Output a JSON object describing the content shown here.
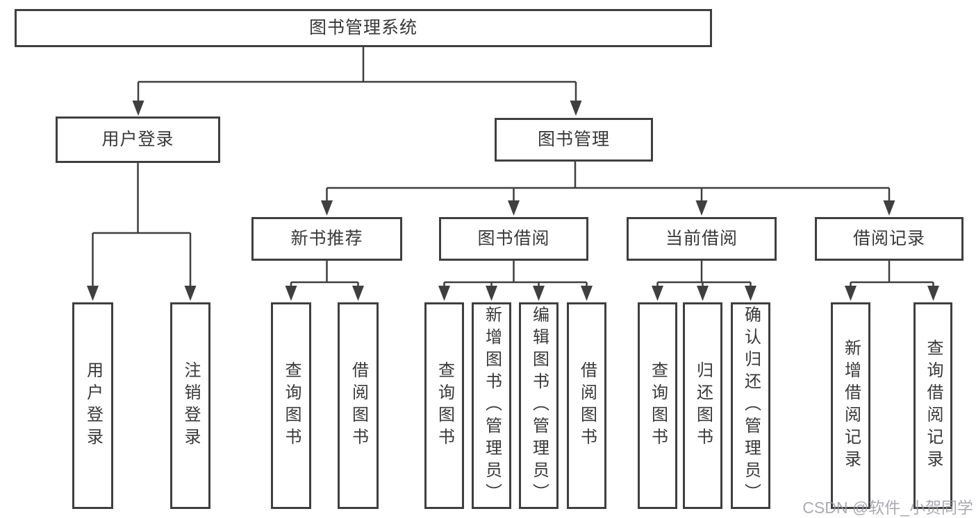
{
  "diagram": {
    "root": {
      "label": "图书管理系统"
    },
    "level2": [
      {
        "id": "user-login",
        "label": "用户登录"
      },
      {
        "id": "book-management",
        "label": "图书管理"
      }
    ],
    "level3": [
      {
        "id": "new-book-recommend",
        "parent": "图书管理",
        "label": "新书推荐"
      },
      {
        "id": "book-borrow",
        "parent": "图书管理",
        "label": "图书借阅"
      },
      {
        "id": "current-borrow",
        "parent": "图书管理",
        "label": "当前借阅"
      },
      {
        "id": "borrow-records",
        "parent": "图书管理",
        "label": "借阅记录"
      }
    ],
    "leaves": [
      {
        "parent": "用户登录",
        "label": "用户登录"
      },
      {
        "parent": "用户登录",
        "label": "注销登录"
      },
      {
        "parent": "新书推荐",
        "label": "查询图书"
      },
      {
        "parent": "新书推荐",
        "label": "借阅图书"
      },
      {
        "parent": "图书借阅",
        "label": "查询图书"
      },
      {
        "parent": "图书借阅",
        "label": "新增图书（管理员）"
      },
      {
        "parent": "图书借阅",
        "label": "编辑图书（管理员）"
      },
      {
        "parent": "图书借阅",
        "label": "借阅图书"
      },
      {
        "parent": "当前借阅",
        "label": "查询图书"
      },
      {
        "parent": "当前借阅",
        "label": "归还图书"
      },
      {
        "parent": "当前借阅",
        "label": "确认归还（管理员）"
      },
      {
        "parent": "借阅记录",
        "label": "新增借阅记录"
      },
      {
        "parent": "借阅记录",
        "label": "查询借阅记录"
      }
    ],
    "watermark": "CSDN @软件_小贺同学",
    "colors": {
      "line": "#3f3f3f",
      "text": "#383838",
      "background": "#ffffff",
      "watermark": "#9b9ba5"
    }
  }
}
